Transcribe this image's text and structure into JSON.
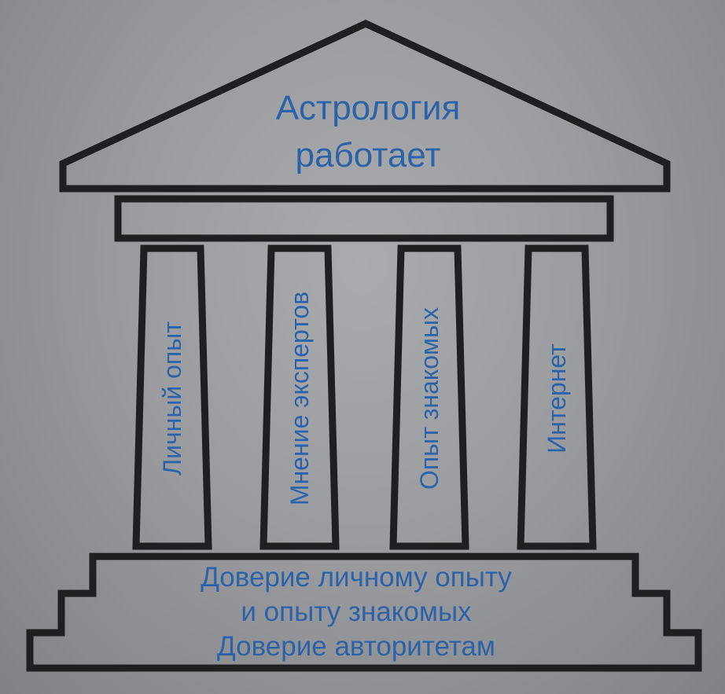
{
  "roof": {
    "line1": "Астрология",
    "line2": "работает"
  },
  "columns": [
    {
      "label": "Личный опыт"
    },
    {
      "label": "Мнение экспертов"
    },
    {
      "label": "Опыт знакомых"
    },
    {
      "label": "Интернет"
    }
  ],
  "foundation": {
    "line1": "Доверие личному опыту",
    "line2": "и опыту знакомых",
    "line3": "Доверие авторитетам"
  },
  "colors": {
    "outline": "#1e1f21",
    "text": "#2c63a8",
    "background": "#9a9c9f"
  }
}
